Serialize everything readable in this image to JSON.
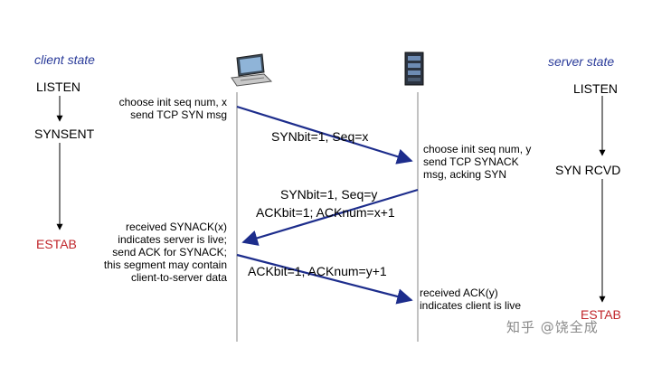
{
  "headers": {
    "client": "client state",
    "server": "server state"
  },
  "client_states": [
    "LISTEN",
    "SYNSENT",
    "ESTAB"
  ],
  "server_states": [
    "LISTEN",
    "SYN RCVD",
    "ESTAB"
  ],
  "messages": [
    "SYNbit=1, Seq=x",
    "SYNbit=1, Seq=y",
    "ACKbit=1; ACKnum=x+1",
    "ACKbit=1, ACKnum=y+1"
  ],
  "client_notes": [
    [
      "choose init seq num, x",
      "send TCP SYN msg"
    ],
    [
      "received SYNACK(x)",
      "indicates server is live;",
      "send ACK for SYNACK;",
      "this segment may contain",
      "client-to-server data"
    ]
  ],
  "server_notes": [
    [
      "choose init seq num, y",
      "send TCP SYNACK",
      "msg, acking SYN"
    ],
    [
      "received ACK(y)",
      "indicates client is live"
    ]
  ],
  "icons": {
    "client": "laptop-icon",
    "server": "server-tower-icon"
  },
  "colors": {
    "arrow": "#1d2d8c",
    "header": "#2a3b9a",
    "estab": "#c0262b",
    "watermark": "#8a8a8a"
  },
  "watermark": "知乎 @饶全成"
}
